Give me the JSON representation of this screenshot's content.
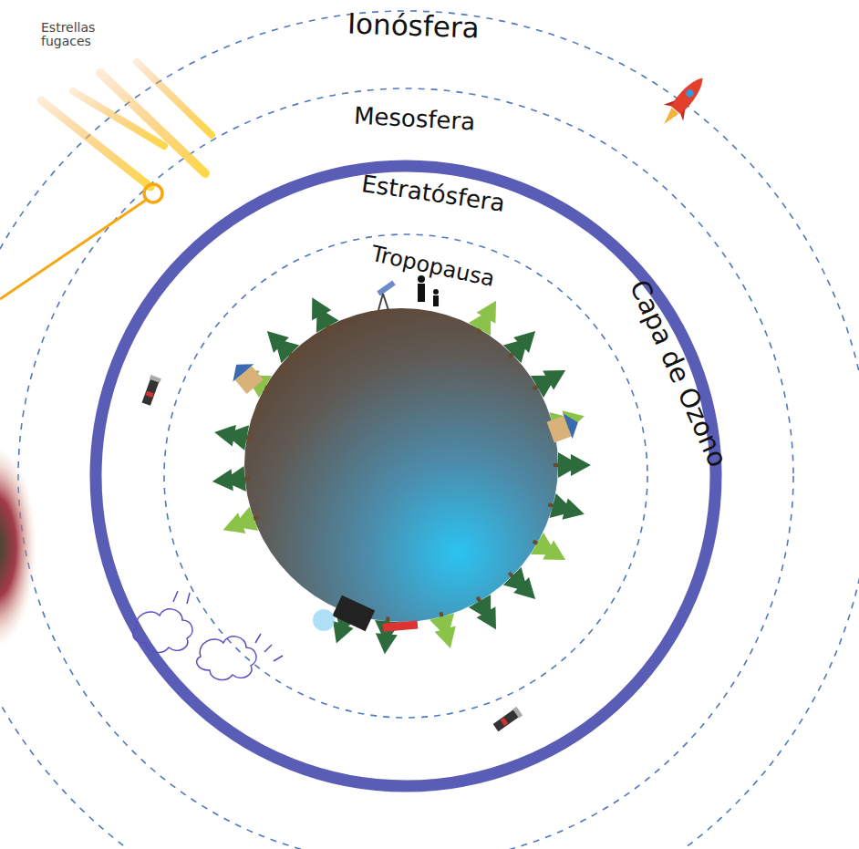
{
  "diagram": {
    "labels": [
      "Estrellas fugaces",
      "Ionósfera",
      "Mesosfera",
      "Estratósfera",
      "Tropopausa",
      "Capa de Ozono"
    ]
  }
}
